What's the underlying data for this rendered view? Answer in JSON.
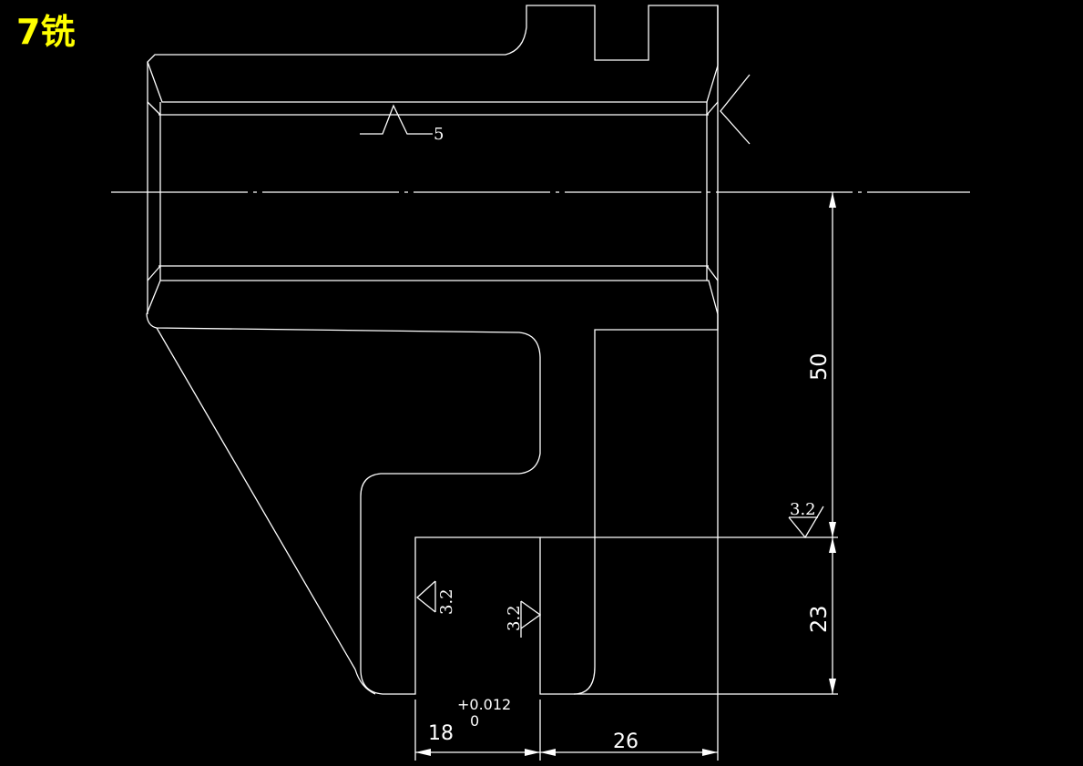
{
  "title": "7铣",
  "annotations": {
    "roughness_bore": "5",
    "roughness_slot_bottom": "3.2",
    "roughness_slot_left": "3.2",
    "roughness_slot_right": "3.2"
  },
  "dimensions": {
    "height_upper": "50",
    "height_lower": "23",
    "slot_width": "18",
    "tolerance_upper": "+0.012",
    "tolerance_lower": "0",
    "right_width": "26"
  },
  "colors": {
    "background": "#000000",
    "line": "#ffffff",
    "title": "#ffff00"
  }
}
